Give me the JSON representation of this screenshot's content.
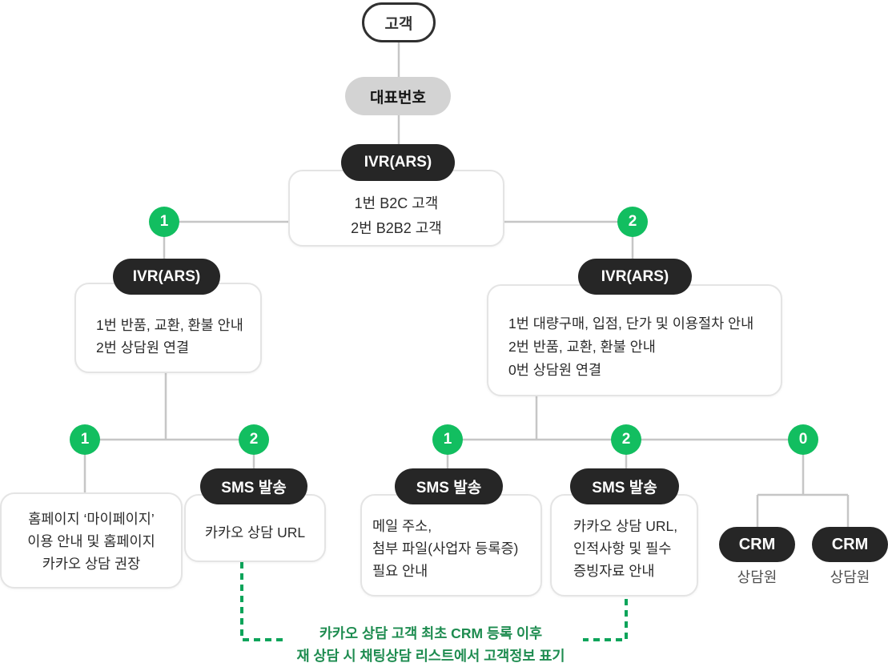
{
  "colors": {
    "green_badge": "#12be60",
    "dark_node": "#262626",
    "gray_node": "#d3d3d3",
    "connector_line": "#c6c6c6",
    "dashed_line": "#0ca45a",
    "annotation_text": "#1e8c50"
  },
  "nodes": {
    "customer": "고객",
    "main_number": "대표번호",
    "root_ivr": {
      "pill": "IVR(ARS)",
      "line1": "1번 B2C 고객",
      "line2": "2번 B2B2 고객"
    },
    "branch1": {
      "badge": "1",
      "ivr": {
        "pill": "IVR(ARS)",
        "line1": "1번 반품, 교환, 환불 안내",
        "line2": "2번 상담원 연결"
      },
      "opt1": {
        "badge": "1",
        "line1": "홈페이지 ‘마이페이지’",
        "line2": "이용 안내 및 홈페이지",
        "line3": "카카오 상담 권장"
      },
      "opt2": {
        "badge": "2",
        "pill": "SMS 발송",
        "line1": "카카오 상담 URL"
      }
    },
    "branch2": {
      "badge": "2",
      "ivr": {
        "pill": "IVR(ARS)",
        "line1": "1번 대량구매, 입점, 단가 및 이용절차 안내",
        "line2": "2번 반품, 교환, 환불 안내",
        "line3": "0번 상담원 연결"
      },
      "opt1": {
        "badge": "1",
        "pill": "SMS 발송",
        "line1": "메일 주소,",
        "line2": "첨부 파일(사업자 등록증)",
        "line3": "필요 안내"
      },
      "opt2": {
        "badge": "2",
        "pill": "SMS 발송",
        "line1": "카카오 상담 URL,",
        "line2": "인적사항 및 필수",
        "line3": "증빙자료 안내"
      },
      "opt0": {
        "badge": "0",
        "crm_left": {
          "pill": "CRM",
          "label": "상담원"
        },
        "crm_right": {
          "pill": "CRM",
          "label": "상담원"
        }
      }
    },
    "annotation": {
      "line1": "카카오 상담 고객 최초 CRM 등록 이후",
      "line2": "재 상담 시 채팅상담 리스트에서 고객정보 표기"
    }
  }
}
